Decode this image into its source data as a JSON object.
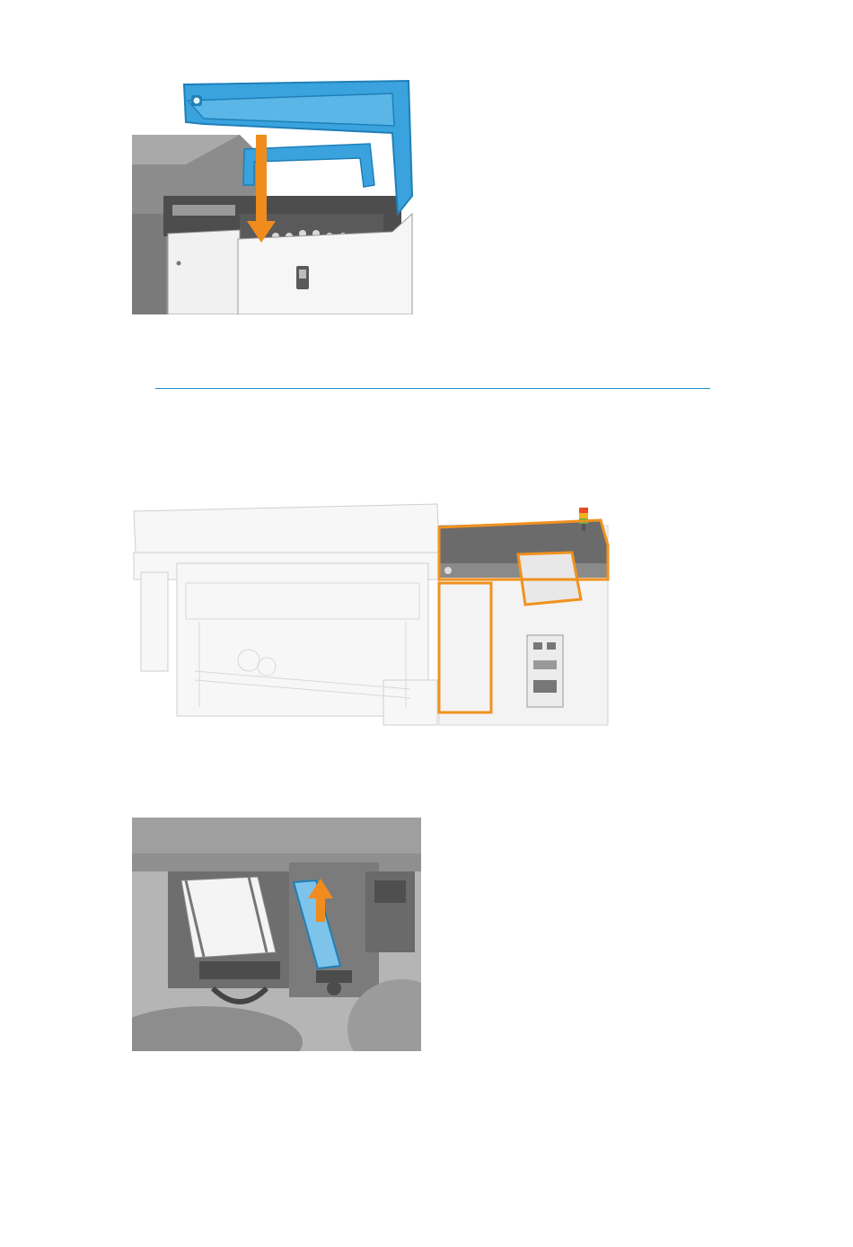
{
  "page": {
    "figures": [
      {
        "id": "fig1",
        "name": "printer-cover-close-illustration"
      },
      {
        "id": "fig2",
        "name": "printer-side-module-highlight-illustration"
      },
      {
        "id": "fig3",
        "name": "printhead-cleaning-cartridge-removal-illustration"
      }
    ]
  },
  "colors": {
    "highlight_blue": "#3aa3dd",
    "highlight_blue_dark": "#1f7fb8",
    "arrow_orange": "#f08c1e",
    "outline_orange": "#f0921e",
    "rule_blue": "#1a95c9",
    "machine_gray": "#6b6b6b",
    "machine_light": "#f2f2f2",
    "cleaning_pad_blue": "#7ec3ea"
  },
  "icons": [
    "down-arrow-icon",
    "up-arrow-icon",
    "beacon-light-icon"
  ]
}
